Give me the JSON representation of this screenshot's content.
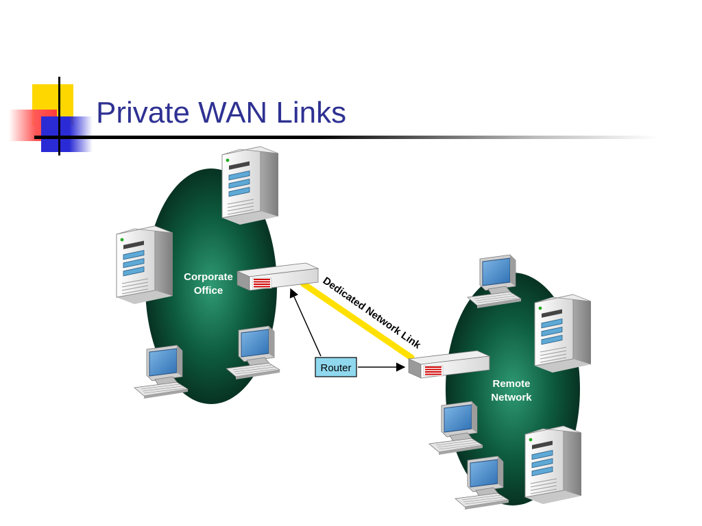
{
  "slide": {
    "title": "Private WAN Links"
  },
  "diagram": {
    "corporate_office": {
      "line1": "Corporate",
      "line2": "Office"
    },
    "remote_network": {
      "line1": "Remote",
      "line2": "Network"
    },
    "link_label": "Dedicated Network Link",
    "router_label": "Router"
  },
  "colors": {
    "title": "#2e3192",
    "network_ellipse": "#0b4a33",
    "link": "#ffe000",
    "router_box": "#8fd8ee"
  }
}
